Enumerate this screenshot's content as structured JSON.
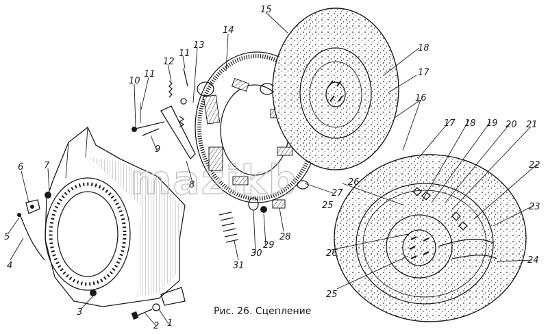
{
  "caption": "Рис. 26. Сцепление",
  "watermark": "mazikb",
  "callouts": [
    "1",
    "2",
    "3",
    "4",
    "5",
    "6",
    "7",
    "8",
    "9",
    "10",
    "11",
    "11",
    "12",
    "13",
    "14",
    "15",
    "16",
    "17",
    "18",
    "19",
    "20",
    "21",
    "22",
    "23",
    "24",
    "25",
    "25",
    "26",
    "26",
    "27",
    "28",
    "29",
    "30",
    "31",
    "17",
    "18"
  ]
}
